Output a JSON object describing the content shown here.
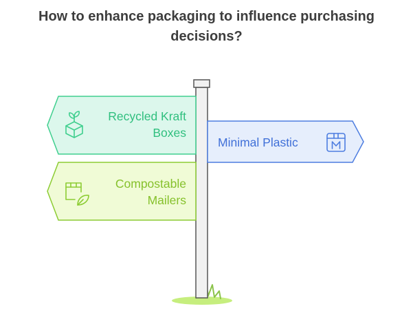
{
  "title": {
    "line1": "How to enhance packaging to influence purchasing",
    "line2": "decisions?"
  },
  "signs": [
    {
      "id": "recycled-kraft-boxes",
      "line1": "Recycled Kraft",
      "line2": "Boxes",
      "icon": "box-sprout-icon",
      "direction": "left",
      "fill": "#dcf7ec",
      "stroke": "#3fcf8e",
      "text_color": "#2fbf7e"
    },
    {
      "id": "minimal-plastic",
      "line1": "Minimal Plastic",
      "icon": "box-m-label-icon",
      "direction": "right",
      "fill": "#e6eefc",
      "stroke": "#4d7de0",
      "text_color": "#4070d8"
    },
    {
      "id": "compostable-mailers",
      "line1": "Compostable",
      "line2": "Mailers",
      "icon": "mailer-leaf-icon",
      "direction": "left",
      "fill": "#f0fbd6",
      "stroke": "#8ccc33",
      "text_color": "#86c12c"
    }
  ],
  "post": {
    "fill": "#f1f1f1",
    "stroke": "#555555"
  },
  "grass": {
    "fill": "#c6ee7e",
    "stroke": "#8bc34a"
  }
}
